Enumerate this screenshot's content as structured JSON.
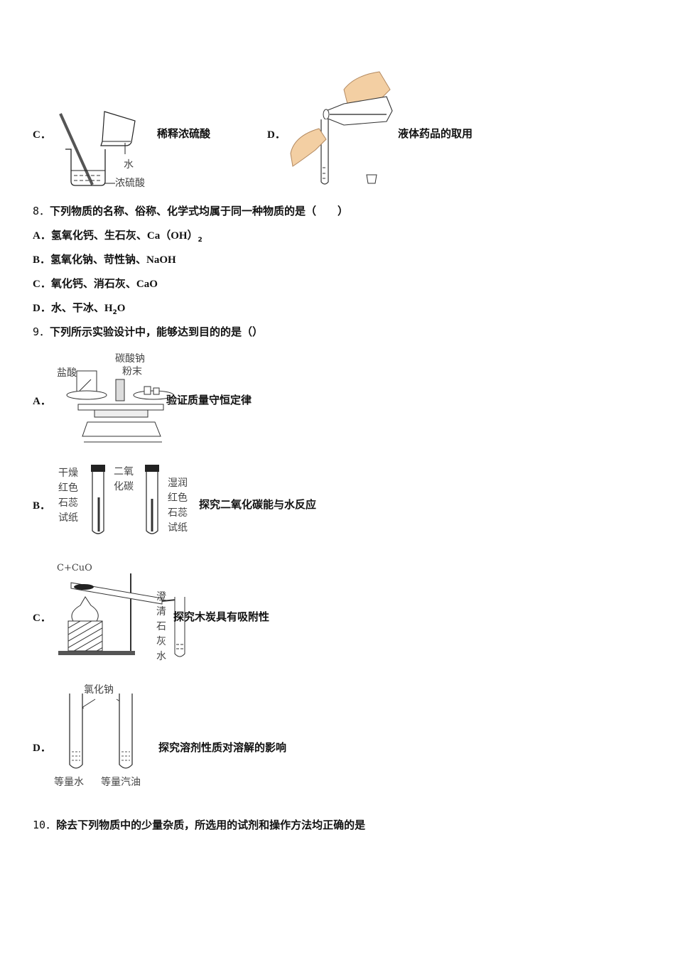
{
  "q7_continued": {
    "option_c": {
      "letter": "C．",
      "caption": "稀释浓硫酸",
      "figure_labels": {
        "water": "水",
        "conc_sulfuric_acid": "浓硫酸"
      }
    },
    "option_d": {
      "letter": "D．",
      "caption": "液体药品的取用"
    }
  },
  "q8": {
    "number": "8．",
    "stem": "下列物质的名称、俗称、化学式均属于同一种物质的是（　　）",
    "options": [
      {
        "letter": "A．",
        "text": "氢氧化钙、生石灰、",
        "formula": "Ca（OH）",
        "sub": "2"
      },
      {
        "letter": "B．",
        "text": "氢氧化钠、苛性钠、",
        "formula": "NaOH",
        "sub": ""
      },
      {
        "letter": "C．",
        "text": "氧化钙、消石灰、",
        "formula": "CaO",
        "sub": ""
      },
      {
        "letter": "D．",
        "text": "水、干冰、",
        "formula_pre": "H",
        "sub": "2",
        "formula_post": "O"
      }
    ]
  },
  "q9": {
    "number": "9．",
    "stem": "下列所示实验设计中，能够达到目的的是（）",
    "options": [
      {
        "letter": "A．",
        "caption": "验证质量守恒定律",
        "figure_labels": {
          "hcl": "盐酸",
          "na2co3_1": "碳酸钠",
          "na2co3_2": "粉末"
        }
      },
      {
        "letter": "B．",
        "caption": "探究二氧化碳能与水反应",
        "figure_labels": {
          "dry": [
            "干燥",
            "红色",
            "石蕊",
            "试纸"
          ],
          "co2": [
            "二氧",
            "化碳"
          ],
          "wet": [
            "湿润",
            "红色",
            "石蕊",
            "试纸"
          ]
        }
      },
      {
        "letter": "C．",
        "caption": "探究木炭具有吸附性",
        "figure_labels": {
          "reactants": "C+CuO",
          "limewater": [
            "澄",
            "清",
            "石",
            "灰",
            "水"
          ]
        }
      },
      {
        "letter": "D．",
        "caption": "探究溶剂性质对溶解的影响",
        "figure_labels": {
          "nacl": "氯化钠",
          "water": "等量水",
          "gasoline": "等量汽油"
        }
      }
    ]
  },
  "q10": {
    "number": "10．",
    "stem": "除去下列物质中的少量杂质，所选用的试剂和操作方法均正确的是"
  }
}
